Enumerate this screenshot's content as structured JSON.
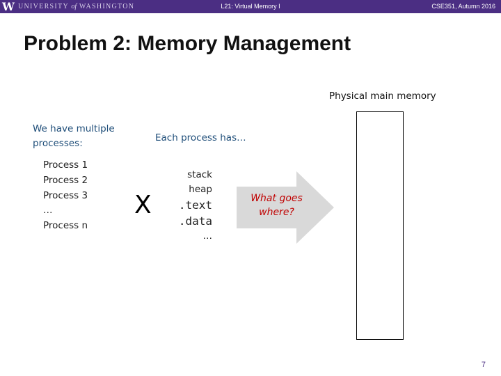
{
  "header": {
    "logo_letter": "W",
    "university_pre": "UNIVERSITY",
    "university_of": "of",
    "university_post": "WASHINGTON",
    "lecture": "L21:  Virtual Memory I",
    "course": "CSE351, Autumn 2016"
  },
  "slide": {
    "title": "Problem 2:  Memory Management",
    "physical_memory_label": "Physical main memory",
    "intro_text": "We have multiple processes:",
    "processes": [
      "Process 1",
      "Process 2",
      "Process 3",
      "…",
      "Process n"
    ],
    "times_symbol": "X",
    "each_process_label": "Each process has…",
    "sections": [
      "stack",
      "heap",
      ".text",
      ".data",
      "…"
    ],
    "arrow_text": "What goes where?",
    "page_number": "7"
  },
  "colors": {
    "header_bg": "#4b2e83",
    "blue_text": "#1f4e79",
    "arrow_fill": "#d9d9d9",
    "arrow_text": "#c00000"
  }
}
